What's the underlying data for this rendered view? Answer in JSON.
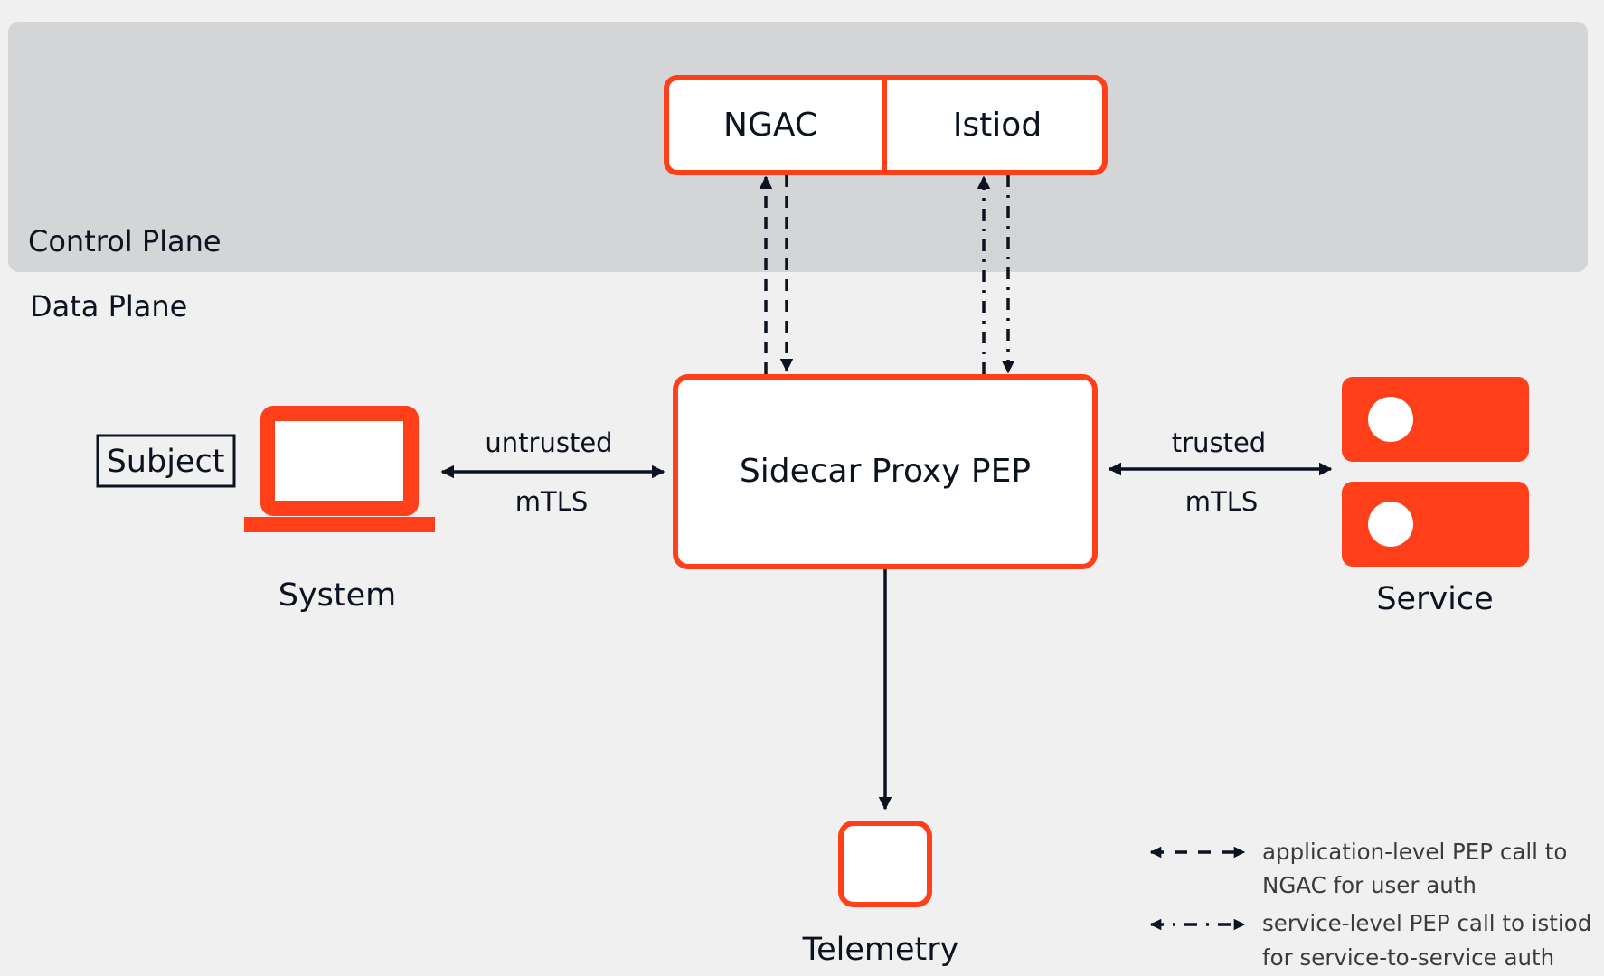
{
  "colors": {
    "accent": "#ff3e1a",
    "stroke": "#0b1320",
    "control_plane_bg": "#d4d5d7",
    "background": "#f0f0f0",
    "node_fill": "#ffffff",
    "legend_text": "#3b3b3b"
  },
  "planes": {
    "control_label": "Control Plane",
    "data_label": "Data Plane"
  },
  "nodes": {
    "ngac": "NGAC",
    "istiod": "Istiod",
    "sidecar": "Sidecar Proxy PEP",
    "subject": "Subject",
    "system": "System",
    "service": "Service",
    "telemetry": "Telemetry"
  },
  "icons": {
    "system": "laptop-icon",
    "service": "server-icon",
    "telemetry": "box-icon"
  },
  "edges": {
    "system_to_sidecar": {
      "top_label": "untrusted",
      "bottom_label": "mTLS",
      "style": "solid",
      "direction": "bidirectional"
    },
    "sidecar_to_service": {
      "top_label": "trusted",
      "bottom_label": "mTLS",
      "style": "solid",
      "direction": "bidirectional"
    },
    "sidecar_ngac": {
      "style": "dashed",
      "direction": "bidirectional"
    },
    "sidecar_istiod": {
      "style": "dash-dot",
      "direction": "bidirectional"
    },
    "sidecar_to_telemetry": {
      "style": "solid",
      "direction": "forward"
    }
  },
  "legend": [
    {
      "style": "dashed",
      "lines": [
        "application-level PEP call to",
        "NGAC for user auth"
      ]
    },
    {
      "style": "dash-dot",
      "lines": [
        "service-level PEP call to istiod",
        "for service-to-service auth"
      ]
    }
  ]
}
